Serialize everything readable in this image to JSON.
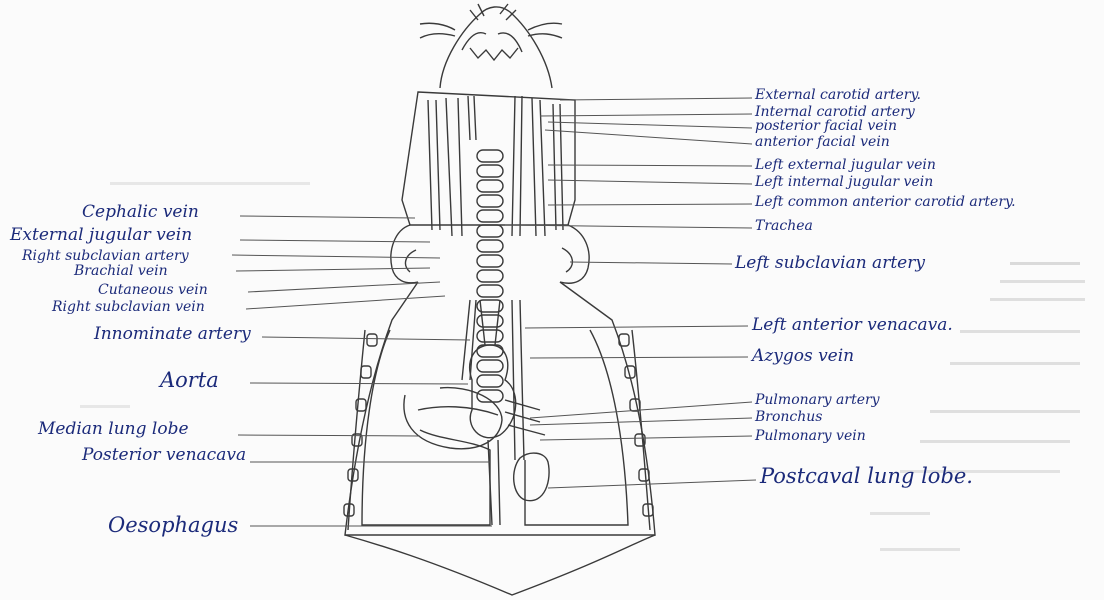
{
  "left_labels": [
    {
      "id": "cephalic-vein",
      "text": "Cephalic vein"
    },
    {
      "id": "external-jugular-vein",
      "text": "External jugular vein"
    },
    {
      "id": "right-subclavian-artery",
      "text": "Right subclavian artery"
    },
    {
      "id": "brachial-vein",
      "text": "Brachial vein"
    },
    {
      "id": "cutaneous-vein",
      "text": "Cutaneous vein"
    },
    {
      "id": "right-subclavian-vein",
      "text": "Right subclavian vein"
    },
    {
      "id": "innominate-artery",
      "text": "Innominate artery"
    },
    {
      "id": "aorta",
      "text": "Aorta"
    },
    {
      "id": "median-lung-lobe",
      "text": "Median lung lobe"
    },
    {
      "id": "posterior-venacava",
      "text": "Posterior venacava"
    },
    {
      "id": "oesophagus",
      "text": "Oesophagus"
    }
  ],
  "right_labels": [
    {
      "id": "external-carotid-artery",
      "text": "External carotid artery."
    },
    {
      "id": "internal-carotid-artery",
      "text": "Internal carotid artery"
    },
    {
      "id": "posterior-facial-vein",
      "text": "posterior facial vein"
    },
    {
      "id": "anterior-facial-vein",
      "text": "anterior facial vein"
    },
    {
      "id": "left-external-jugular-vein",
      "text": "Left external jugular vein"
    },
    {
      "id": "left-internal-jugular-vein",
      "text": "Left internal jugular vein"
    },
    {
      "id": "left-common-anterior-carotid-artery",
      "text": "Left common anterior carotid artery."
    },
    {
      "id": "trachea",
      "text": "Trachea"
    },
    {
      "id": "left-subclavian-artery",
      "text": "Left subclavian artery"
    },
    {
      "id": "left-anterior-venacava",
      "text": "Left anterior venacava."
    },
    {
      "id": "azygos-vein",
      "text": "Azygos vein"
    },
    {
      "id": "pulmonary-artery",
      "text": "Pulmonary artery"
    },
    {
      "id": "bronchus",
      "text": "Bronchus"
    },
    {
      "id": "pulmonary-vein",
      "text": "Pulmonary vein"
    },
    {
      "id": "postcaval-lung-lobe",
      "text": "Postcaval lung lobe."
    }
  ],
  "colors": {
    "ink": "#1b2a7a",
    "drawing": "#3a3a3a",
    "paper": "#fbfbfb"
  }
}
